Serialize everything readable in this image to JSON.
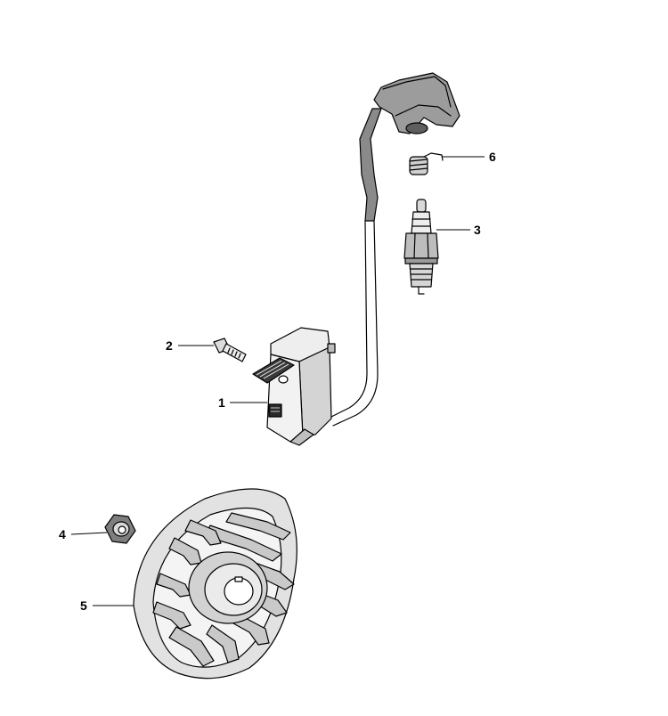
{
  "callouts": {
    "c1": "1",
    "c2": "2",
    "c3": "3",
    "c4": "4",
    "c5": "5",
    "c6": "6"
  },
  "colors": {
    "line": "#000000",
    "light_fill": "#e6e6e6",
    "mid_fill": "#c8c8c8",
    "dark_fill": "#8a8a8a",
    "background": "#ffffff"
  }
}
